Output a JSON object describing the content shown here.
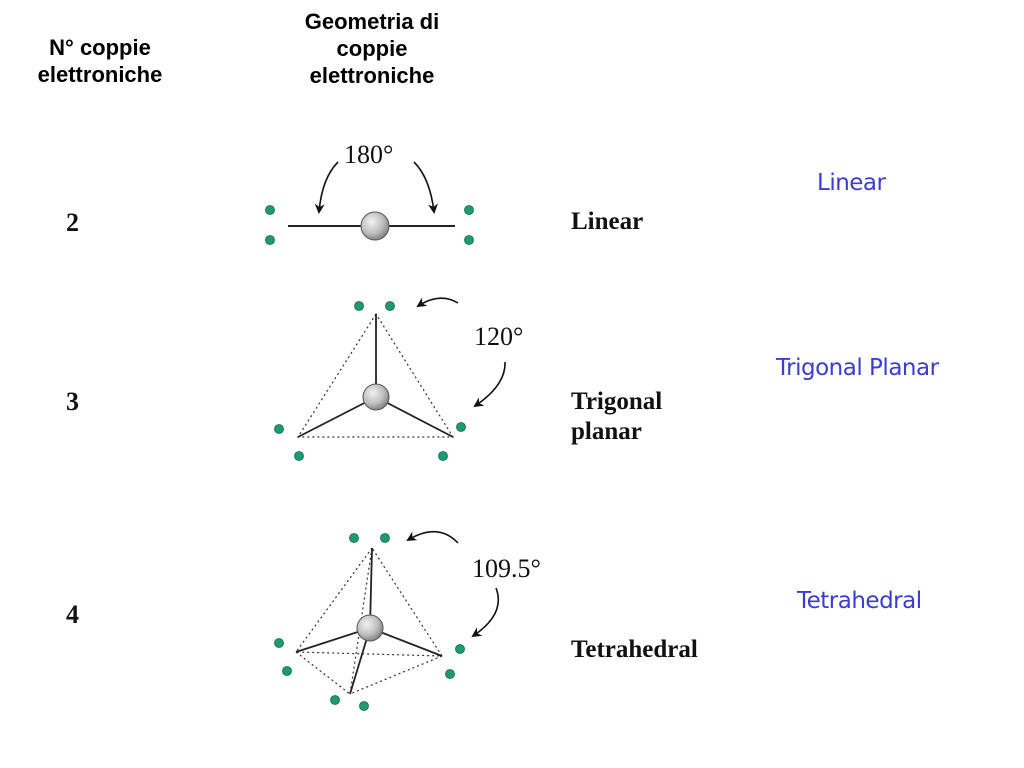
{
  "headers": {
    "count": "N° coppie\nelettroniche",
    "geometry": "Geometria di\ncoppie\nelettroniche"
  },
  "rows": [
    {
      "count": "2",
      "angle": "180°",
      "label": "Linear",
      "blue_label": "Linear"
    },
    {
      "count": "3",
      "angle": "120°",
      "label": "Trigonal\nplanar",
      "blue_label": "Trigonal Planar"
    },
    {
      "count": "4",
      "angle": "109.5°",
      "label": "Tetrahedral",
      "blue_label": "Tetrahedral"
    }
  ],
  "colors": {
    "electron_dot": "#1e9a6e",
    "atom": "#b8b8b8",
    "blue_label": "#3c3cd0"
  }
}
